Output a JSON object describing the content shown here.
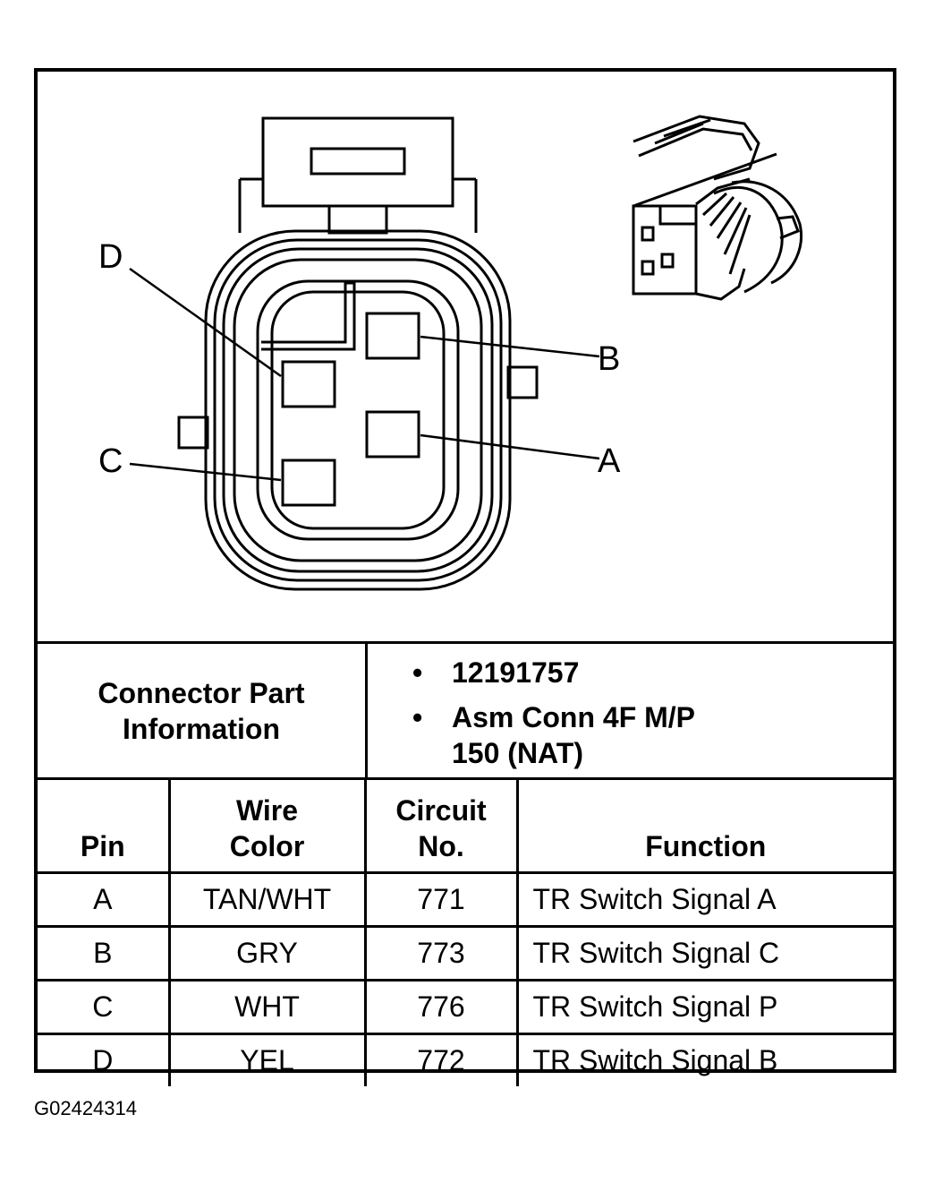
{
  "callouts": {
    "a": "A",
    "b": "B",
    "c": "C",
    "d": "D"
  },
  "connector_info": {
    "label": "Connector Part Information",
    "items": [
      "12191757",
      "Asm Conn 4F M/P\n150 (NAT)"
    ],
    "bullet": "•"
  },
  "table": {
    "headers": {
      "pin": "Pin",
      "wire_color": "Wire Color",
      "circuit_no": "Circuit No.",
      "function": "Function"
    },
    "rows": [
      {
        "pin": "A",
        "wire_color": "TAN/WHT",
        "circuit_no": "771",
        "function": "TR Switch Signal A"
      },
      {
        "pin": "B",
        "wire_color": "GRY",
        "circuit_no": "773",
        "function": "TR Switch Signal C"
      },
      {
        "pin": "C",
        "wire_color": "WHT",
        "circuit_no": "776",
        "function": "TR Switch Signal P"
      },
      {
        "pin": "D",
        "wire_color": "YEL",
        "circuit_no": "772",
        "function": "TR Switch Signal B"
      }
    ]
  },
  "figure_id": "G02424314"
}
